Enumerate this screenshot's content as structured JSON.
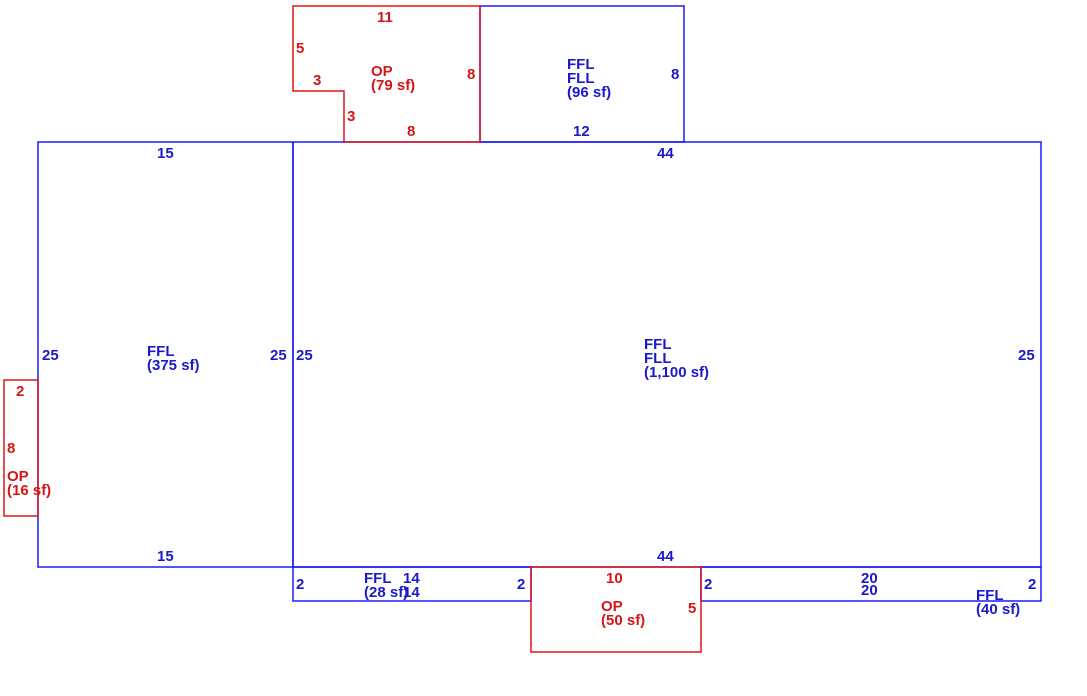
{
  "colors": {
    "living": "#1a1acc",
    "porch": "#d61515"
  },
  "rooms": {
    "left_ffl": {
      "line1": "FFL",
      "area": "(375 sf)"
    },
    "main": {
      "line1": "FFL",
      "line2": "FLL",
      "area": "(1,100 sf)"
    },
    "top_ffl": {
      "line1": "FFL",
      "line2": "FLL",
      "area": "(96 sf)"
    },
    "bottom_ffl_small": {
      "line1": "FFL",
      "area": "(28 sf)"
    },
    "bottom_ffl_right": {
      "line1": "FFL",
      "area": "(40 sf)"
    },
    "top_op": {
      "line1": "OP",
      "area": "(79 sf)"
    },
    "bottom_op": {
      "line1": "OP",
      "area": "(50 sf)"
    },
    "left_op": {
      "line1": "OP",
      "area": "(16 sf)"
    }
  },
  "dims": {
    "top_op_top": "11",
    "top_op_left": "5",
    "top_op_step_h": "3",
    "top_op_step_v": "3",
    "top_op_bottom": "8",
    "top_op_right": "8",
    "top_ffl_right": "8",
    "top_ffl_bottom": "12",
    "left_top": "15",
    "left_bottom": "15",
    "left_left": "25",
    "left_right": "25",
    "main_top": "44",
    "main_bottom": "44",
    "main_left": "25",
    "main_right": "25",
    "left_op_top": "2",
    "left_op_left": "8",
    "strip_left_2": "2",
    "strip_14_a": "14",
    "strip_14_b": "14",
    "strip_mid_2": "2",
    "bottom_op_top": "10",
    "bottom_op_right": "5",
    "strip_right_2a": "2",
    "strip_20_a": "20",
    "strip_20_b": "20",
    "strip_right_2b": "2"
  }
}
